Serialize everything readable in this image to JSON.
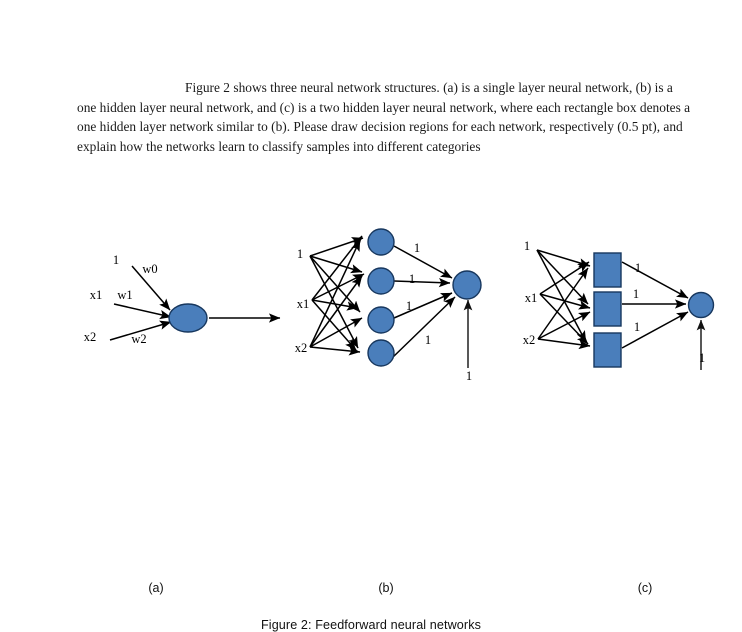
{
  "document": {
    "paragraph": "Figure 2 shows three neural network structures. (a) is a single layer neural network, (b) is a one hidden layer neural network, and (c) is a two hidden layer neural network, where each rectangle box denotes a one hidden layer network similar to (b). Please draw decision regions for each network, respectively (0.5 pt), and explain how the networks learn to classify samples into different categories",
    "caption": "Figure 2: Feedforward neural networks"
  },
  "colors": {
    "node_fill": "#4a7ebb",
    "node_stroke": "#17375e",
    "edge": "#000000",
    "text": "#000000",
    "background": "#ffffff"
  },
  "figure": {
    "panels": [
      {
        "id": "a",
        "label": "(a)",
        "type": "single-layer-perceptron",
        "inputs": [
          "1",
          "x1",
          "x2"
        ],
        "weights": [
          "w0",
          "w1",
          "w2"
        ],
        "neuron_shape": "ellipse",
        "neuron_count": 1,
        "output_arrow": true
      },
      {
        "id": "b",
        "label": "(b)",
        "type": "one-hidden-layer-network",
        "inputs": [
          "1",
          "x1",
          "x2"
        ],
        "hidden_count": 4,
        "hidden_shape": "circle",
        "output_count": 1,
        "output_edge_labels": [
          "1",
          "1",
          "1",
          "1"
        ],
        "bias_label": "1"
      },
      {
        "id": "c",
        "label": "(c)",
        "type": "two-hidden-layer-network",
        "inputs": [
          "1",
          "x1",
          "x2"
        ],
        "hidden_count": 3,
        "hidden_shape": "rectangle",
        "output_count": 1,
        "output_edge_labels": [
          "1",
          "1",
          "1"
        ],
        "bias_label": "1"
      }
    ]
  },
  "panel_a": {
    "in_bias": "1",
    "in_x1": "x1",
    "in_x2": "x2",
    "w0": "w0",
    "w1": "w1",
    "w2": "w2"
  },
  "panel_b": {
    "in_bias": "1",
    "in_x1": "x1",
    "in_x2": "x2",
    "e1": "1",
    "e2": "1",
    "e3": "1",
    "e4": "1",
    "bias": "1"
  },
  "panel_c": {
    "in_bias": "1",
    "in_x1": "x1",
    "in_x2": "x2",
    "e1": "1",
    "e2": "1",
    "e3": "1",
    "bias": "1"
  }
}
